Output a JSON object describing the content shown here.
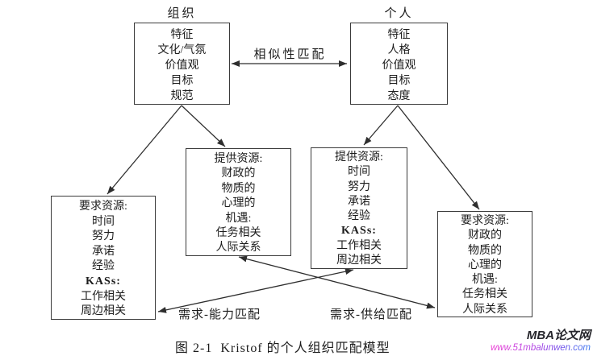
{
  "top_labels": {
    "organization": "组织",
    "person": "个人"
  },
  "boxes": {
    "organization": {
      "lines": [
        "特征",
        "文化/气氛",
        "价值观",
        "目标",
        "规范"
      ]
    },
    "person": {
      "lines": [
        "特征",
        "人格",
        "价值观",
        "目标",
        "态度"
      ]
    },
    "org_supplies": {
      "lines": [
        "提供资源:",
        "财政的",
        "物质的",
        "心理的",
        "机遇:",
        "任务相关",
        "人际关系"
      ]
    },
    "person_supplies": {
      "lines": [
        "提供资源:",
        "时间",
        "努力",
        "承诺",
        "经验",
        "KASs:",
        "工作相关",
        "周边相关"
      ]
    },
    "org_demands": {
      "lines": [
        "要求资源:",
        "时间",
        "努力",
        "承诺",
        "经验",
        "KASs:",
        "工作相关",
        "周边相关"
      ]
    },
    "person_demands": {
      "lines": [
        "要求资源:",
        "财政的",
        "物质的",
        "心理的",
        "机遇:",
        "任务相关",
        "人际关系"
      ]
    }
  },
  "arrow_labels": {
    "similarity": "相似性匹配",
    "demands_abilities": "需求-能力匹配",
    "needs_supplies": "需求-供给匹配"
  },
  "caption": "图 2-1  Kristof 的个人组织匹配模型",
  "watermark": {
    "site_name": "MBA论文网",
    "site_url": "www.51mbalunwen.com"
  },
  "colors": {
    "diagram_line": "#2e2e2e",
    "watermark_name": "#26262c",
    "url_gradient_start": "#ee3bd4",
    "url_gradient_end": "#3c7bf0"
  }
}
